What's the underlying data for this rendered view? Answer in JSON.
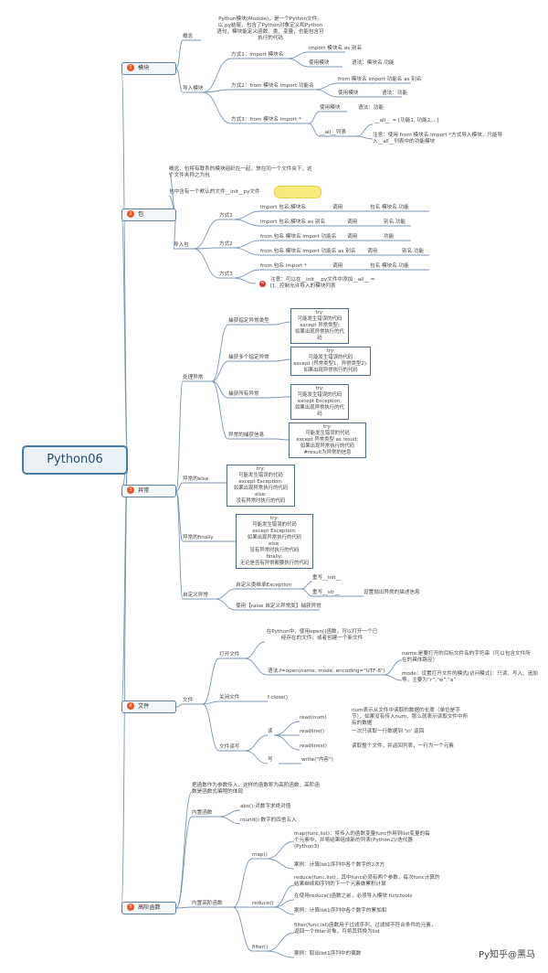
{
  "root": "Python06",
  "accent": "#4a7aa8",
  "badge_color": "#e8542d",
  "watermark": "Py知乎@黑马",
  "modules": {
    "title": "模块",
    "num": "1",
    "concept_label": "概念",
    "concept": "Python模块(Module)，是一个Python文件，以.py结尾，包含了Python对象定义和Python语句，模块能定义函数、类、变量，也能包含可执行的代码",
    "import_label": "导入模块",
    "m1": "方式1：import 模块名",
    "m1a": "import 模块名 as 别名",
    "m1b": "使用模块",
    "m1b_s": "语法：模块名.功能",
    "m2": "方式2：from 模块名 import 功能名",
    "m2a": "from 模块名 import 功能名 as 别名",
    "m2b": "使用模块",
    "m2b_s": "语法：功能",
    "m3": "方式3：from 模块名 import *",
    "m3a": "使用模块",
    "m3a_s": "语法：功能",
    "m3b": "__all__列表",
    "m3b_1": "__all__ = [功能1, 功能2,...]",
    "m3b_2": "注意：使用 from 模块名 import *方式导入模块，只能导入__all__列表中的功能模块"
  },
  "packages": {
    "title": "包",
    "num": "2",
    "concept": "概念：包将有联系的模块组织在一起，放在同一个文件夹下，这个文件夹称之为包",
    "init": "包中含有一个默认的文件__init__py文件",
    "import_label": "导入包",
    "w1": "方式1",
    "w1a": "import 包名.模块名",
    "w1a_s": "调用",
    "w1a_r": "包名.模块名.功能",
    "w1b": "import 包名.模块名 as 别名",
    "w1b_s": "调用",
    "w1b_r": "别名.功能",
    "w2": "方式2",
    "w2a": "from 包名.模块名 import 功能名",
    "w2a_s": "调用",
    "w2a_r": "功能",
    "w2b": "from 包名.模块名 import 功能名 as 别名",
    "w2b_s": "调用",
    "w2b_r": "别名.功能",
    "w3": "方式3",
    "w3a": "from 包名 import *",
    "w3a_s": "调用",
    "w3a_r": "包名.模块名.功能",
    "w3b": "注意：可以在__init__.py文件中添加__all__ = []，控制允许导入的模块列表"
  },
  "exceptions": {
    "title": "异常",
    "num": "3",
    "catch": "处理异常",
    "c1": "捕获指定异常类型",
    "c1_code": [
      "try:",
      "可能发生错误的代码",
      "except 异常类型:",
      "如果出现异常执行的代码"
    ],
    "c2": "捕获多个指定异常",
    "c2_code": [
      "try:",
      "可能发生错误的代码",
      "except (异常类型1，异常类型2):",
      "如果出现异常执行的代码"
    ],
    "c3": "捕获所有异常",
    "c3_code": [
      "try:",
      "可能发生错误的代码",
      "except Exception:",
      "如果出现异常执行的代码"
    ],
    "c4": "异常的捕获信息",
    "c4_code": [
      "try:",
      "可能发生错误的代码",
      "except 异常类型 as result:",
      "如果出现异常执行的代码",
      "#result为异常的信息"
    ],
    "else_label": "异常的else",
    "else_code": [
      "try:",
      "可能发生错误的代码",
      "except Exception:",
      "如果出现异常执行的代码",
      "else:",
      "没有异常时执行的代码"
    ],
    "finally_label": "异常的finally",
    "finally_code": [
      "try:",
      "可能发生错误的代码",
      "except Exception:",
      "如果出现异常执行的代码",
      "else:",
      "没有异常时执行的代码",
      "finally:",
      "无论是否有异常都要执行的代码"
    ],
    "custom_label": "自定义异常",
    "cu1": "自定义类继承Exception",
    "cu1a": "重写__init__",
    "cu1b": "重写__str__",
    "cu1b_r": "设置抛出异常的描述信息",
    "cu2": "使用【raise 自定义异常类】捕获异常"
  },
  "files": {
    "title": "文件",
    "num": "4",
    "label": "文件",
    "open": "打开文件",
    "open1": "在Python中，使用open()函数，可以打开一个已经存在的文件，或者创建一个新文件",
    "open2": "语法:f=open(name, mode, encoding=\"UTF-8\")",
    "name_desc": "name:是要打开的目标文件名的字符串（可以包含文件所在的具体路径）",
    "mode_desc": "mode：设置打开文件的模式(访问模式)：只读、写入、追加等。主要为“r”,“w”,“a”",
    "close": "关闭文件",
    "close_fn": "f.close()",
    "rw": "文件读写",
    "read": "读",
    "r1": "read(num)",
    "r1_d": "num表示从文件中读取的数据的长度（单位是字节），如果没有传入num，那么就表示读取文件中所有的数据",
    "r2": "readline()",
    "r2_d": "一次只读取一行数据到 '\\n' 返回",
    "r3": "readlines()",
    "r3_d": "读取整个文件，并返回列表，一行为一个元素",
    "write": "写",
    "w1": "write(\"内容\")"
  },
  "higher": {
    "title": "高阶函数",
    "num": "5",
    "concept": "把函数作为参数传入，这样的函数称为高阶函数，高阶函数是函数式编程的体现",
    "builtin": "内置函数",
    "b1": "abs():对数字求绝对值",
    "b2": "round():数字的四舍五入",
    "builtin_hof": "内置高阶函数",
    "map": "map()",
    "map_d": "map(func,list)：将传入的函数变量func作用到list变量的每个元素中，并将结果组成新的列表(Python2)/迭代器(Python3)",
    "map_e": "案例：计算list1序列中各个数字的2次方",
    "reduce": "reduce()",
    "reduce_d": "reduce(func,list)，其中func必须有两个参数，每次func计算的结果继续和序列的下一个元素做累积计算",
    "reduce_n": "在使用reduce()函数之前，必须导入模块 functools",
    "reduce_e": "案例：计算list1序列中各个数字的累加和",
    "filter": "filter()",
    "filter_d": "filter(func,lst)函数用于过滤序列，过滤掉不符合条件的元素，返回一个filter对象，可将其转换为list",
    "filter_e": "案例：取出list1序列中的偶数"
  }
}
